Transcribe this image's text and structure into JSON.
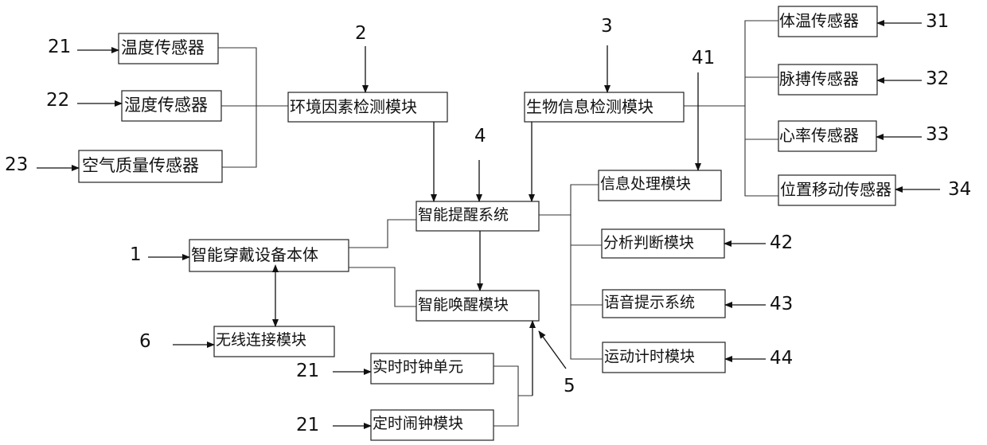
{
  "boxes": {
    "temperature_sensor": "温度传感器",
    "humidity_sensor": "湿度传感器",
    "air_quality_sensor": "空气质量传感器",
    "env_detection_module": "环境因素检测模块",
    "bio_detection_module": "生物信息检测模块",
    "body_temp_sensor": "体温传感器",
    "pulse_sensor": "脉搏传感器",
    "heart_rate_sensor": "心率传感器",
    "position_sensor": "位置移动传感器",
    "info_processing_module": "信息处理模块",
    "smart_reminder_system": "智能提醒系统",
    "wearable_body": "智能穿戴设备本体",
    "analysis_module": "分析判断模块",
    "smart_wakeup_module": "智能唤醒模块",
    "voice_prompt_system": "语音提示系统",
    "wireless_module": "无线连接模块",
    "exercise_timer_module": "运动计时模块",
    "realtime_clock": "实时时钟单元",
    "alarm_clock_module": "定时闹钟模块"
  },
  "refs": {
    "r21a": "21",
    "r22": "22",
    "r23": "23",
    "r2": "2",
    "r3": "3",
    "r41": "41",
    "r31": "31",
    "r32": "32",
    "r33": "33",
    "r34": "34",
    "r4": "4",
    "r1": "1",
    "r42": "42",
    "r43": "43",
    "r6": "6",
    "r44": "44",
    "r5": "5",
    "r21b": "21",
    "r21c": "21"
  }
}
